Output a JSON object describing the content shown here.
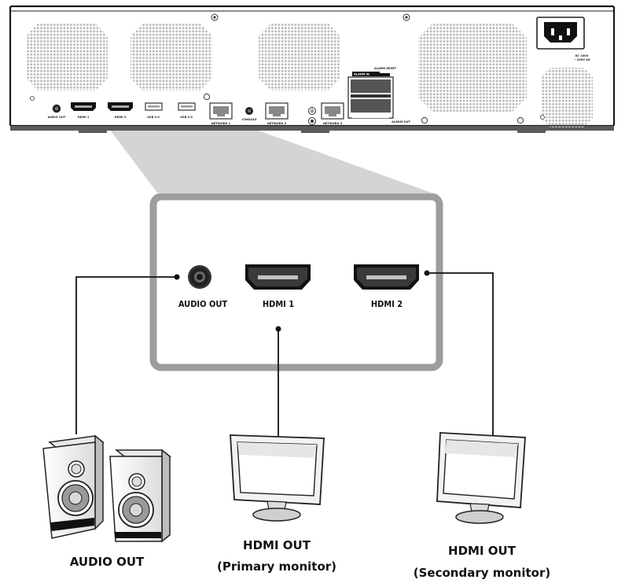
{
  "rear_panel": {
    "port_labels": {
      "audio_out": "AUDIO OUT",
      "hdmi1": "HDMI 1",
      "hdmi2": "HDMI 2",
      "usb1": "USB 3.0",
      "usb2": "USB 3.0",
      "network1": "NETWORK 1",
      "console": "CONSOLE",
      "network2": "NETWORK 2",
      "network3": "NETWORK 3",
      "alarm_in": "ALARM IN",
      "alarm_reset": "ALARM RESET",
      "alarm_out": "ALARM OUT",
      "power_line1": "AC 100V",
      "power_line2": "~ 240V 4A"
    }
  },
  "zoom": {
    "audio_out_label": "AUDIO OUT",
    "hdmi1_label": "HDMI 1",
    "hdmi2_label": "HDMI 2"
  },
  "devices": {
    "speakers_caption": "AUDIO OUT",
    "primary_caption_line1": "HDMI OUT",
    "primary_caption_line2": "(Primary monitor)",
    "secondary_caption_line1": "HDMI OUT",
    "secondary_caption_line2": "(Secondary monitor)"
  },
  "colors": {
    "zoom_frame": "#9d9d9d",
    "zoom_beam": "#d4d4d4",
    "chassis_outline": "#1a1a1a",
    "vent_dots": "#b9b9b9"
  }
}
